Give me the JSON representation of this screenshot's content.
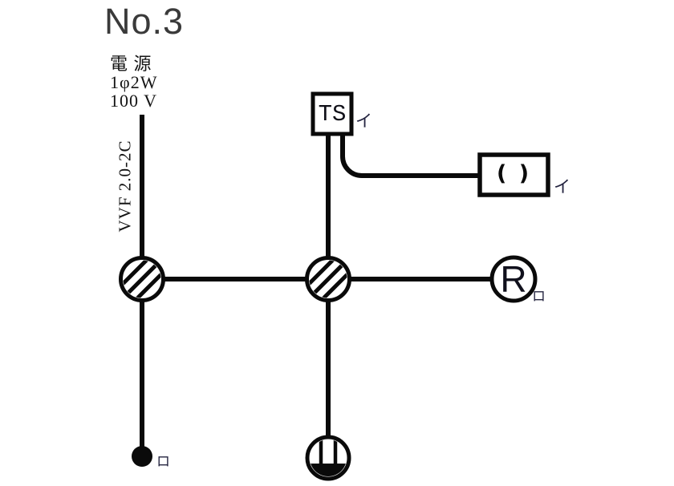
{
  "title": "No.3",
  "power_source": {
    "name": "電 源",
    "phase": "1φ2W",
    "voltage": "100 V",
    "cable": "VVF 2.0-2C"
  },
  "devices": {
    "time_switch": {
      "symbol_text": "TS",
      "circuit_mark": "イ"
    },
    "ceiling_rosette": {
      "symbol_text": "( )",
      "circuit_mark": "イ"
    },
    "lamp_receptacle": {
      "symbol_text": "R",
      "circuit_mark": "ロ"
    },
    "wall_switch": {
      "circuit_mark": "ロ"
    }
  },
  "colors": {
    "line": "#0a0a0a",
    "title_text": "#3a3a3a",
    "label_text": "#23233f",
    "background": "#ffffff"
  }
}
